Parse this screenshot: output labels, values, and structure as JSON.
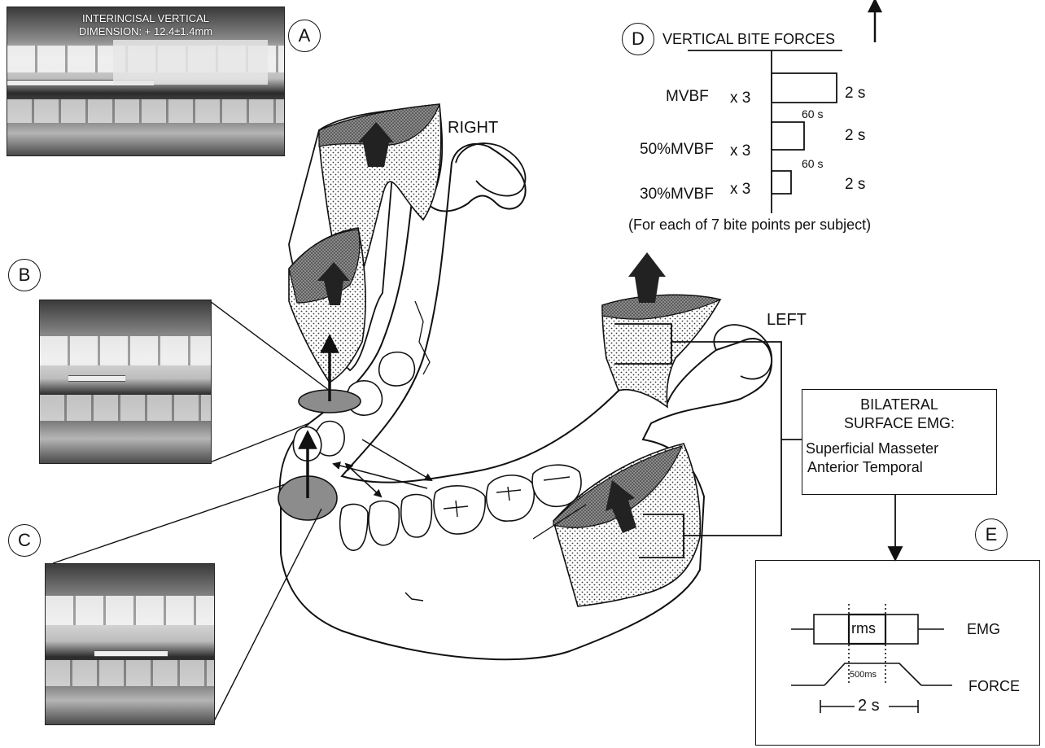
{
  "panel_labels": {
    "a": "A",
    "b": "B",
    "c": "C",
    "d": "D",
    "e": "E"
  },
  "photo_a_caption": {
    "line1": "INTERINCISAL VERTICAL",
    "line2": "DIMENSION: + 12.4±1.4mm"
  },
  "side_labels": {
    "right": "RIGHT",
    "left": "LEFT"
  },
  "emg_box": {
    "line1": "BILATERAL",
    "line2": "SURFACE EMG:",
    "line3": "Superficial Masseter",
    "line4": "Anterior Temporal"
  },
  "protocol": {
    "title": "VERTICAL BITE FORCES",
    "rows": [
      {
        "label": "MVBF",
        "times": "x 3",
        "duration": "2 s",
        "fill": 1.0
      },
      {
        "label": "50%MVBF",
        "times": "x 3",
        "duration": "2 s",
        "fill": 0.5
      },
      {
        "label": "30%MVBF",
        "times": "x 3",
        "duration": "2 s",
        "fill": 0.3
      }
    ],
    "rest_labels": [
      "60 s",
      "60 s"
    ],
    "footnote": "(For each of 7 bite points per subject)"
  },
  "panel_e": {
    "window_label": "rms",
    "emg_label": "EMG",
    "force_label": "FORCE",
    "window_ms": "500ms",
    "duration": "2 s"
  }
}
